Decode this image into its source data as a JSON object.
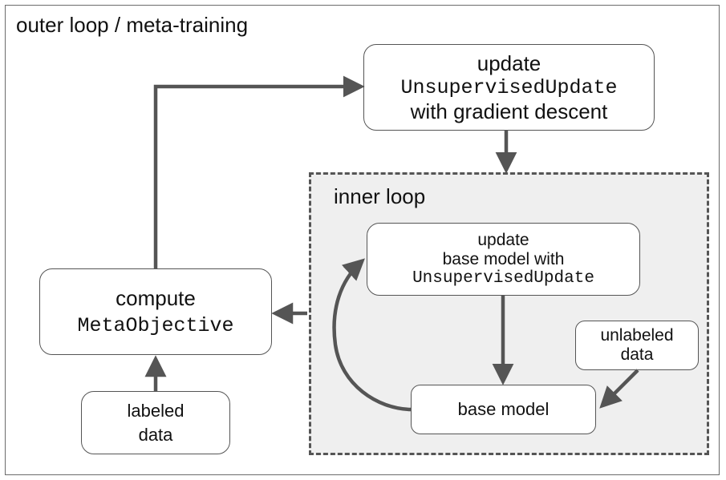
{
  "outer": {
    "title": "outer loop / meta-training"
  },
  "inner": {
    "title": "inner loop"
  },
  "nodes": {
    "update_outer": {
      "line1": "update",
      "line2": "UnsupervisedUpdate",
      "line3": "with gradient descent"
    },
    "update_inner": {
      "line1": "update",
      "line2": "base model with",
      "line3": "UnsupervisedUpdate"
    },
    "compute": {
      "line1": "compute",
      "line2": "MetaObjective"
    },
    "labeled": {
      "line1": "labeled",
      "line2": "data"
    },
    "unlabeled": {
      "line1": "unlabeled",
      "line2": "data"
    },
    "base_model": {
      "label": "base model"
    }
  },
  "colors": {
    "stroke": "#555555",
    "inner_fill": "#efefef",
    "frame": "#6b6b6b"
  }
}
